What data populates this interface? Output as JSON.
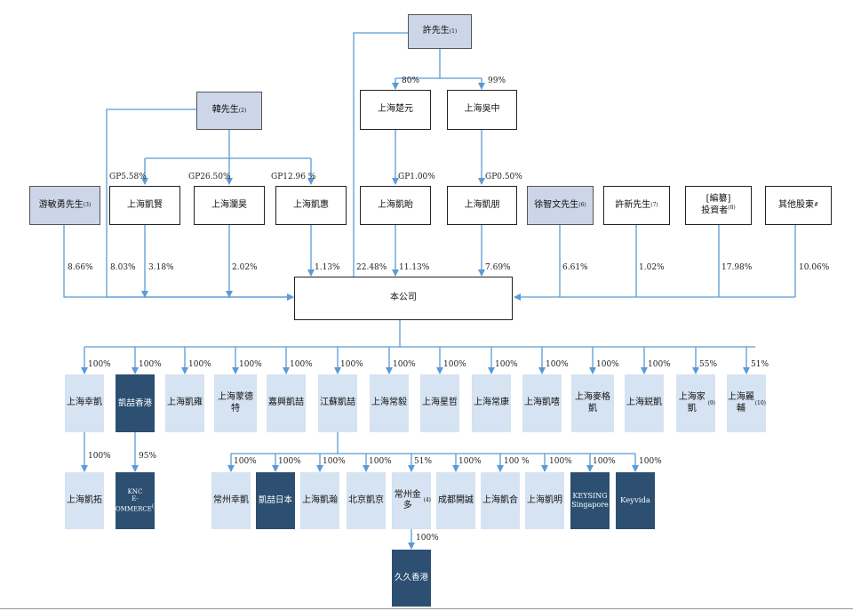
{
  "shareholders": {
    "xu": {
      "name": "許先生",
      "note": "(1)"
    },
    "han": {
      "name": "韓先生",
      "note": "(2)"
    },
    "you": {
      "name": "游敏勇先生",
      "note": "(3)"
    },
    "chuyuan": {
      "name": "上海楚元"
    },
    "wuzhong": {
      "name": "上海吳中"
    },
    "kaixian": {
      "name": "上海凱賢"
    },
    "lanwu": {
      "name": "上海瀾昊"
    },
    "kaihui": {
      "name": "上海凱惠"
    },
    "kaiyi": {
      "name": "上海凱眙"
    },
    "kaipeng": {
      "name": "上海凱朋"
    },
    "xu_zhiwen": {
      "name": "徐智文先生",
      "note": "(6)"
    },
    "xu_xin": {
      "name": "許新先生",
      "note": "(7)"
    },
    "investor": {
      "name_top": "[編纂]",
      "name_bottom": "投資者",
      "note": "(8)"
    },
    "others": {
      "name": "其他股東",
      "note": "#"
    }
  },
  "company": {
    "name": "本公司"
  },
  "percentages": {
    "xu_chuyuan": "80%",
    "xu_wuzhong": "99%",
    "han_kaixian": "GP5.58%",
    "han_lanwu": "GP26.50%",
    "han_kaihui": "GP12.96 %",
    "chuyuan_kaiyi": "GP1.00%",
    "wuzhong_kaipeng": "GP0.50%",
    "you_co": "8.66%",
    "han_co": "8.03%",
    "kaixian_co": "3.18%",
    "lanwu_co": "2.02%",
    "kaihui_co": "1.13%",
    "xu_co": "22.48%",
    "kaiyi_co": "11.13%",
    "kaipeng_co": "7.69%",
    "xuzhiwen_co": "6.61%",
    "xuxin_co": "1.02%",
    "investor_co": "17.98%",
    "others_co": "10.06%"
  },
  "subsidiaries": [
    {
      "name": "上海幸凱",
      "pct": "100%"
    },
    {
      "name": "凱喆香港",
      "pct": "100%"
    },
    {
      "name": "上海凱雍",
      "pct": "100%"
    },
    {
      "name": "上海蒙德特",
      "pct": "100%"
    },
    {
      "name": "嘉興凱喆",
      "pct": "100%"
    },
    {
      "name": "江蘇凱喆",
      "pct": "100%"
    },
    {
      "name": "上海常毅",
      "pct": "100%"
    },
    {
      "name": "上海星哲",
      "pct": "100%"
    },
    {
      "name": "上海常康",
      "pct": "100%"
    },
    {
      "name": "上海凱嘻",
      "pct": "100%"
    },
    {
      "name": "上海麥格凱",
      "pct": "100%"
    },
    {
      "name": "上海鋭凱",
      "pct": "100%"
    },
    {
      "name": "上海家凱",
      "note": "(9)",
      "pct": "55%"
    },
    {
      "name": "上海麗輔",
      "note": "(10)",
      "pct": "51%"
    }
  ],
  "third_level": {
    "kaituo": {
      "name": "上海凱拓",
      "pct": "100%"
    },
    "knc": {
      "name_top": "KNC",
      "name_bottom": "E-COMMERCE",
      "note": "(5)",
      "pct": "95%"
    }
  },
  "jiangsu_subs": [
    {
      "name": "常州幸凱",
      "pct": "100%"
    },
    {
      "name": "凱喆日本",
      "pct": "100%"
    },
    {
      "name": "上海凱瀚",
      "pct": "100%"
    },
    {
      "name": "北京凱京",
      "pct": "100%"
    },
    {
      "name": "常州金多",
      "note": "(4)",
      "pct": "51%"
    },
    {
      "name": "成都開誠",
      "pct": "100%"
    },
    {
      "name": "上海凱合",
      "pct": "100 %"
    },
    {
      "name": "上海凱明",
      "pct": "100%"
    },
    {
      "name_top": "KEYSING",
      "name_bottom": "Singapore",
      "pct": "100%"
    },
    {
      "name": "Keyvida",
      "pct": "100%"
    }
  ],
  "fourth_level": {
    "jiujiu": {
      "name": "久久香港",
      "pct": "100%"
    }
  },
  "colors": {
    "line": "#5b9bd5",
    "shareholder_fill": "#ccd6e8",
    "subsidiary_light": "#d5e3f2",
    "subsidiary_dark": "#2c4f72"
  }
}
